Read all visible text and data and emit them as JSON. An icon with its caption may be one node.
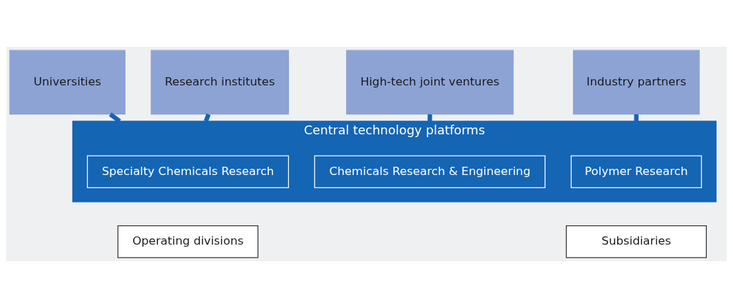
{
  "diagram": {
    "nodes": [
      {
        "text": [
          "Universities"
        ]
      },
      {
        "text": [
          "Research institutes"
        ]
      },
      {
        "text": [
          "High-tech joint ventures"
        ]
      },
      {
        "text": [
          "Industry partners"
        ]
      },
      {
        "text": [
          "Central technology platforms"
        ]
      },
      {
        "text": [
          "Specialty Chemicals Research"
        ],
        "in": 4
      },
      {
        "text": [
          "Chemicals Research & Engineering"
        ],
        "in": 4
      },
      {
        "text": [
          "Polymer Research"
        ],
        "in": 4
      },
      {
        "text": [
          "Operating divisions"
        ]
      },
      {
        "text": [
          "Subsidiaries"
        ]
      }
    ],
    "edges": [
      {
        "from": 0,
        "to": 4,
        "arrow": "none"
      },
      {
        "from": 1,
        "to": 4,
        "arrow": "none"
      },
      {
        "from": 2,
        "to": 4,
        "arrow": "none"
      },
      {
        "from": 3,
        "to": 4,
        "arrow": "none"
      }
    ]
  }
}
